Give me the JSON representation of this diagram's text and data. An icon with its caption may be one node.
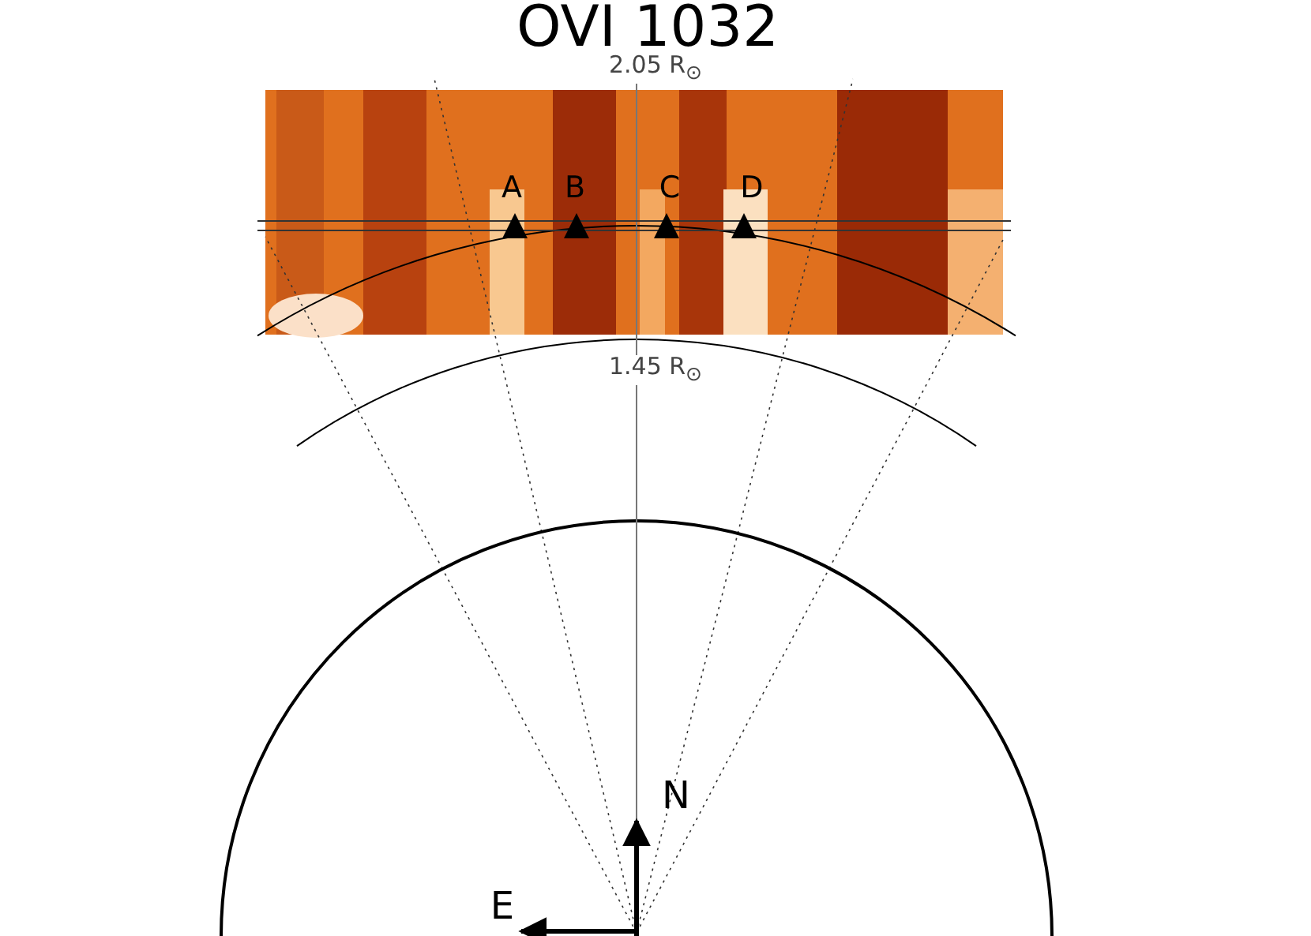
{
  "diagram": {
    "title": "OVI 1032",
    "labels": [
      "2.05 R$_{⊙}$",
      "A",
      "B",
      "C",
      "D",
      "1.45 R$_{⊙}$",
      "N",
      "E"
    ]
  }
}
